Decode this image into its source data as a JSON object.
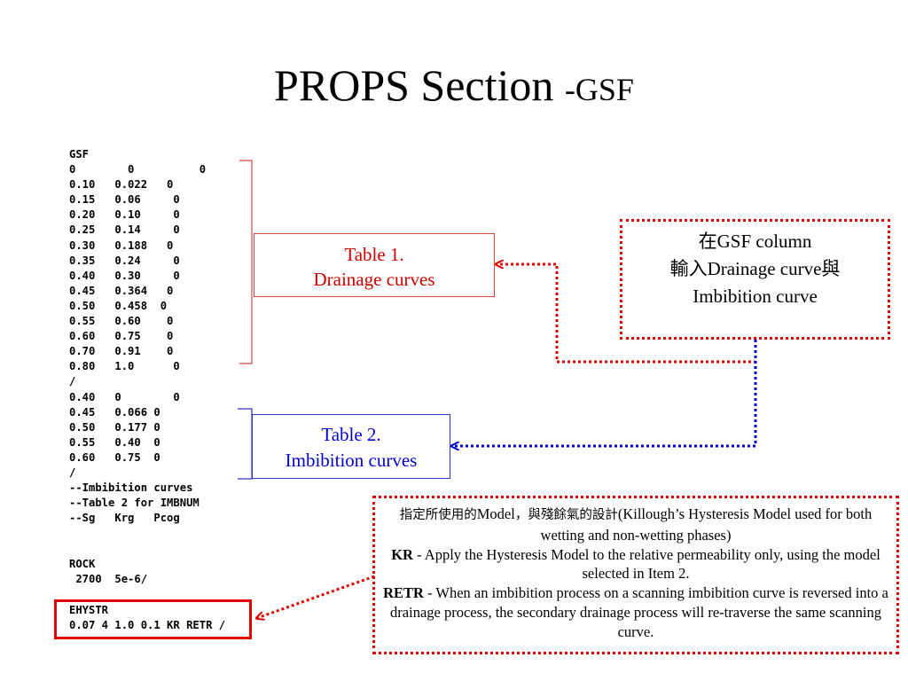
{
  "title": {
    "main": "PROPS Section ",
    "sub": "-GSF"
  },
  "code_main": "GSF\n0        0          0\n0.10   0.022   0\n0.15   0.06     0\n0.20   0.10     0\n0.25   0.14     0\n0.30   0.188   0\n0.35   0.24     0\n0.40   0.30     0\n0.45   0.364   0\n0.50   0.458  0\n0.55   0.60    0\n0.60   0.75    0\n0.70   0.91    0\n0.80   1.0      0\n/\n0.40   0        0\n0.45   0.066 0\n0.50   0.177 0\n0.55   0.40  0\n0.60   0.75  0\n/\n--Imbibition curves\n--Table 2 for IMBNUM\n--Sg   Krg   Pcog",
  "code_rock": "ROCK\n 2700  5e-6/",
  "code_ehystr": "EHYSTR\n0.07 4 1.0 0.1 KR RETR /",
  "table1": {
    "line1": "Table 1.",
    "line2": "Drainage curves"
  },
  "table2": {
    "line1": "Table 2.",
    "line2": "Imbibition curves"
  },
  "gsf_note": {
    "line1": "在GSF column",
    "line2": "輸入Drainage curve與",
    "line3": "Imbibition curve"
  },
  "model_note": {
    "lead_cjk": "指定所使用的",
    "lead_model": "Model",
    "lead_cjk2": "，與殘餘氣的設計",
    "lead_rest": "(Killough’s Hysteresis Model used for both wetting and non-wetting phases)",
    "kr_label": "KR",
    "kr_text": " - Apply the Hysteresis Model to the relative permeability only, using the model selected in Item 2.",
    "retr_label": "RETR",
    "retr_text": " - When an imbibition process on a scanning imbibition curve is reversed into a drainage process, the secondary drainage process will re-traverse the same scanning curve."
  },
  "colors": {
    "red": "#e00000",
    "blue": "#0000cc",
    "table1_border": "#d64541",
    "table2_border": "#3333cc"
  }
}
